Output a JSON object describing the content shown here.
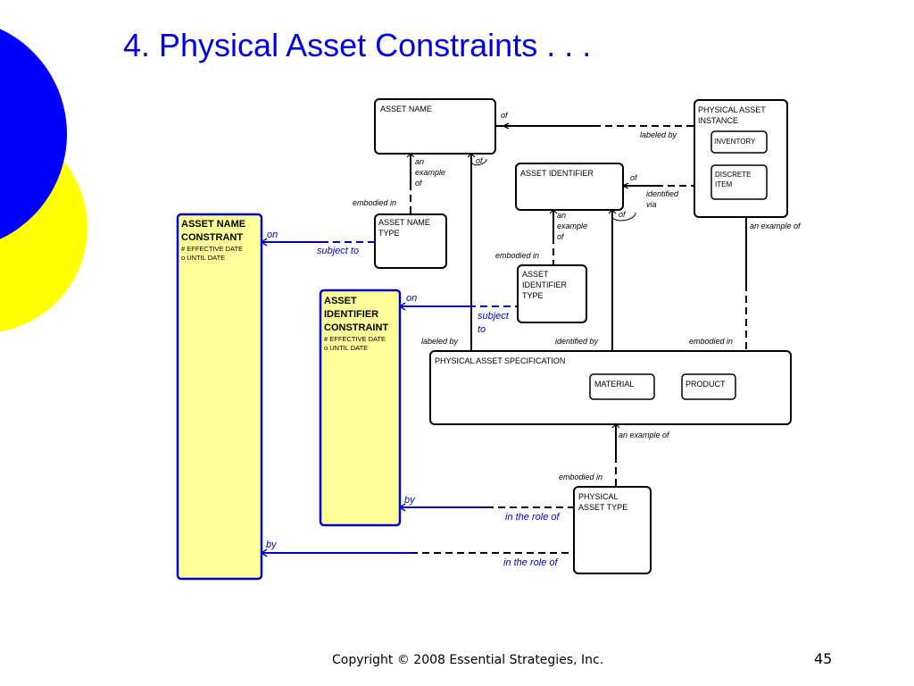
{
  "title": "4.  Physical Asset Constraints . . .",
  "footer": "Copyright © 2008 Essential Strategies, Inc.",
  "page_number": "45",
  "colors": {
    "title": "#0000e6",
    "circle_blue": "#0000ff",
    "circle_yellow": "#ffff00",
    "constraint_fill": "#ffff99",
    "constraint_border": "#0000cc",
    "relation_blue": "#0000cc"
  },
  "entities": {
    "asset_name": {
      "title": "ASSET NAME"
    },
    "physical_asset_instance": {
      "title": "PHYSICAL ASSET INSTANCE",
      "line1": "PHYSICAL ASSET",
      "line2": "INSTANCE"
    },
    "inventory": {
      "title": "INVENTORY"
    },
    "discrete_item": {
      "line1": "DISCRETE",
      "line2": "ITEM"
    },
    "asset_identifier": {
      "title": "ASSET IDENTIFIER"
    },
    "asset_name_type": {
      "line1": "ASSET NAME",
      "line2": "TYPE"
    },
    "asset_identifier_type": {
      "line1": "ASSET",
      "line2": "IDENTIFIER",
      "line3": "TYPE"
    },
    "physical_asset_specification": {
      "title": "PHYSICAL ASSET SPECIFICATION"
    },
    "material": {
      "title": "MATERIAL"
    },
    "product": {
      "title": "PRODUCT"
    },
    "physical_asset_type": {
      "line1": "PHYSICAL",
      "line2": "ASSET TYPE"
    },
    "asset_name_constraint": {
      "line1": "ASSET NAME",
      "line2": "CONSTRANT",
      "attr1": "#  EFFECTIVE DATE",
      "attr2": "o  UNTIL DATE"
    },
    "asset_identifier_constraint": {
      "line1": "ASSET",
      "line2": "IDENTIFIER",
      "line3": "CONSTRAINT",
      "attr1": "#  EFFECTIVE DATE",
      "attr2": "o  UNTIL DATE"
    }
  },
  "relationships": {
    "of_top": "of",
    "labeled_by_top": "labeled by",
    "of_mid": "of",
    "an_example_of_1": "an",
    "an_example_of_2": "example",
    "an_example_of_3": "of",
    "embodied_in_1": "embodied in",
    "of_identifier": "of",
    "identified_via_1": "identified",
    "identified_via_2": "via",
    "of_identifier_lower": "of",
    "an_example_of_b1": "an",
    "an_example_of_b2": "example",
    "an_example_of_b3": "of",
    "an_example_of_right": "an example of",
    "embodied_in_2": "embodied in",
    "on_1": "on",
    "subject_to_1": "subject to",
    "on_2": "on",
    "subject_to_2a": "subject",
    "subject_to_2b": "to",
    "labeled_by_mid": "labeled by",
    "identified_by": "identified by",
    "embodied_in_3": "embodied in",
    "an_example_of_spec": "an example of",
    "embodied_in_4": "embodied in",
    "by_1": "by",
    "in_the_role_of_1": "in the role of",
    "by_2": "by",
    "in_the_role_of_2": "in the role of"
  }
}
